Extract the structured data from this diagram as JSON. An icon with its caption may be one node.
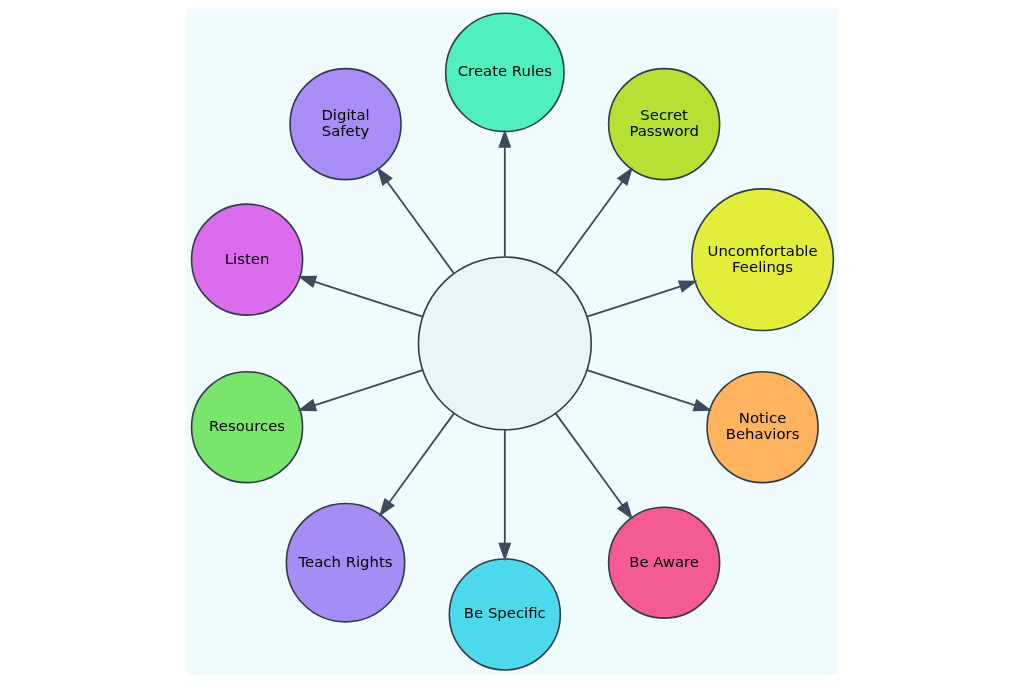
{
  "diagram": {
    "nodes": [
      {
        "text": [],
        "shape": "circle"
      },
      {
        "text": [
          "Digital Safety"
        ]
      },
      {
        "text": [
          "Create Rules"
        ]
      },
      {
        "text": [
          "Secret Password"
        ]
      },
      {
        "text": [
          "Uncomfortable Feelings"
        ]
      },
      {
        "text": [
          "Notice Behaviors"
        ]
      },
      {
        "text": [
          "Be Aware"
        ]
      },
      {
        "text": [
          "Be Specific"
        ]
      },
      {
        "text": [
          "Teach Rights"
        ]
      },
      {
        "text": [
          "Resources"
        ]
      },
      {
        "text": [
          "Listen"
        ]
      }
    ],
    "edges": [
      {
        "from": 0,
        "to": 1,
        "arrow": "to"
      },
      {
        "from": 0,
        "to": 2,
        "arrow": "to"
      },
      {
        "from": 0,
        "to": 3,
        "arrow": "to"
      },
      {
        "from": 0,
        "to": 4,
        "arrow": "to"
      },
      {
        "from": 0,
        "to": 5,
        "arrow": "to"
      },
      {
        "from": 0,
        "to": 6,
        "arrow": "to"
      },
      {
        "from": 0,
        "to": 7,
        "arrow": "to"
      },
      {
        "from": 0,
        "to": 8,
        "arrow": "to"
      },
      {
        "from": 0,
        "to": 9,
        "arrow": "to"
      },
      {
        "from": 0,
        "to": 10,
        "arrow": "to"
      }
    ]
  }
}
